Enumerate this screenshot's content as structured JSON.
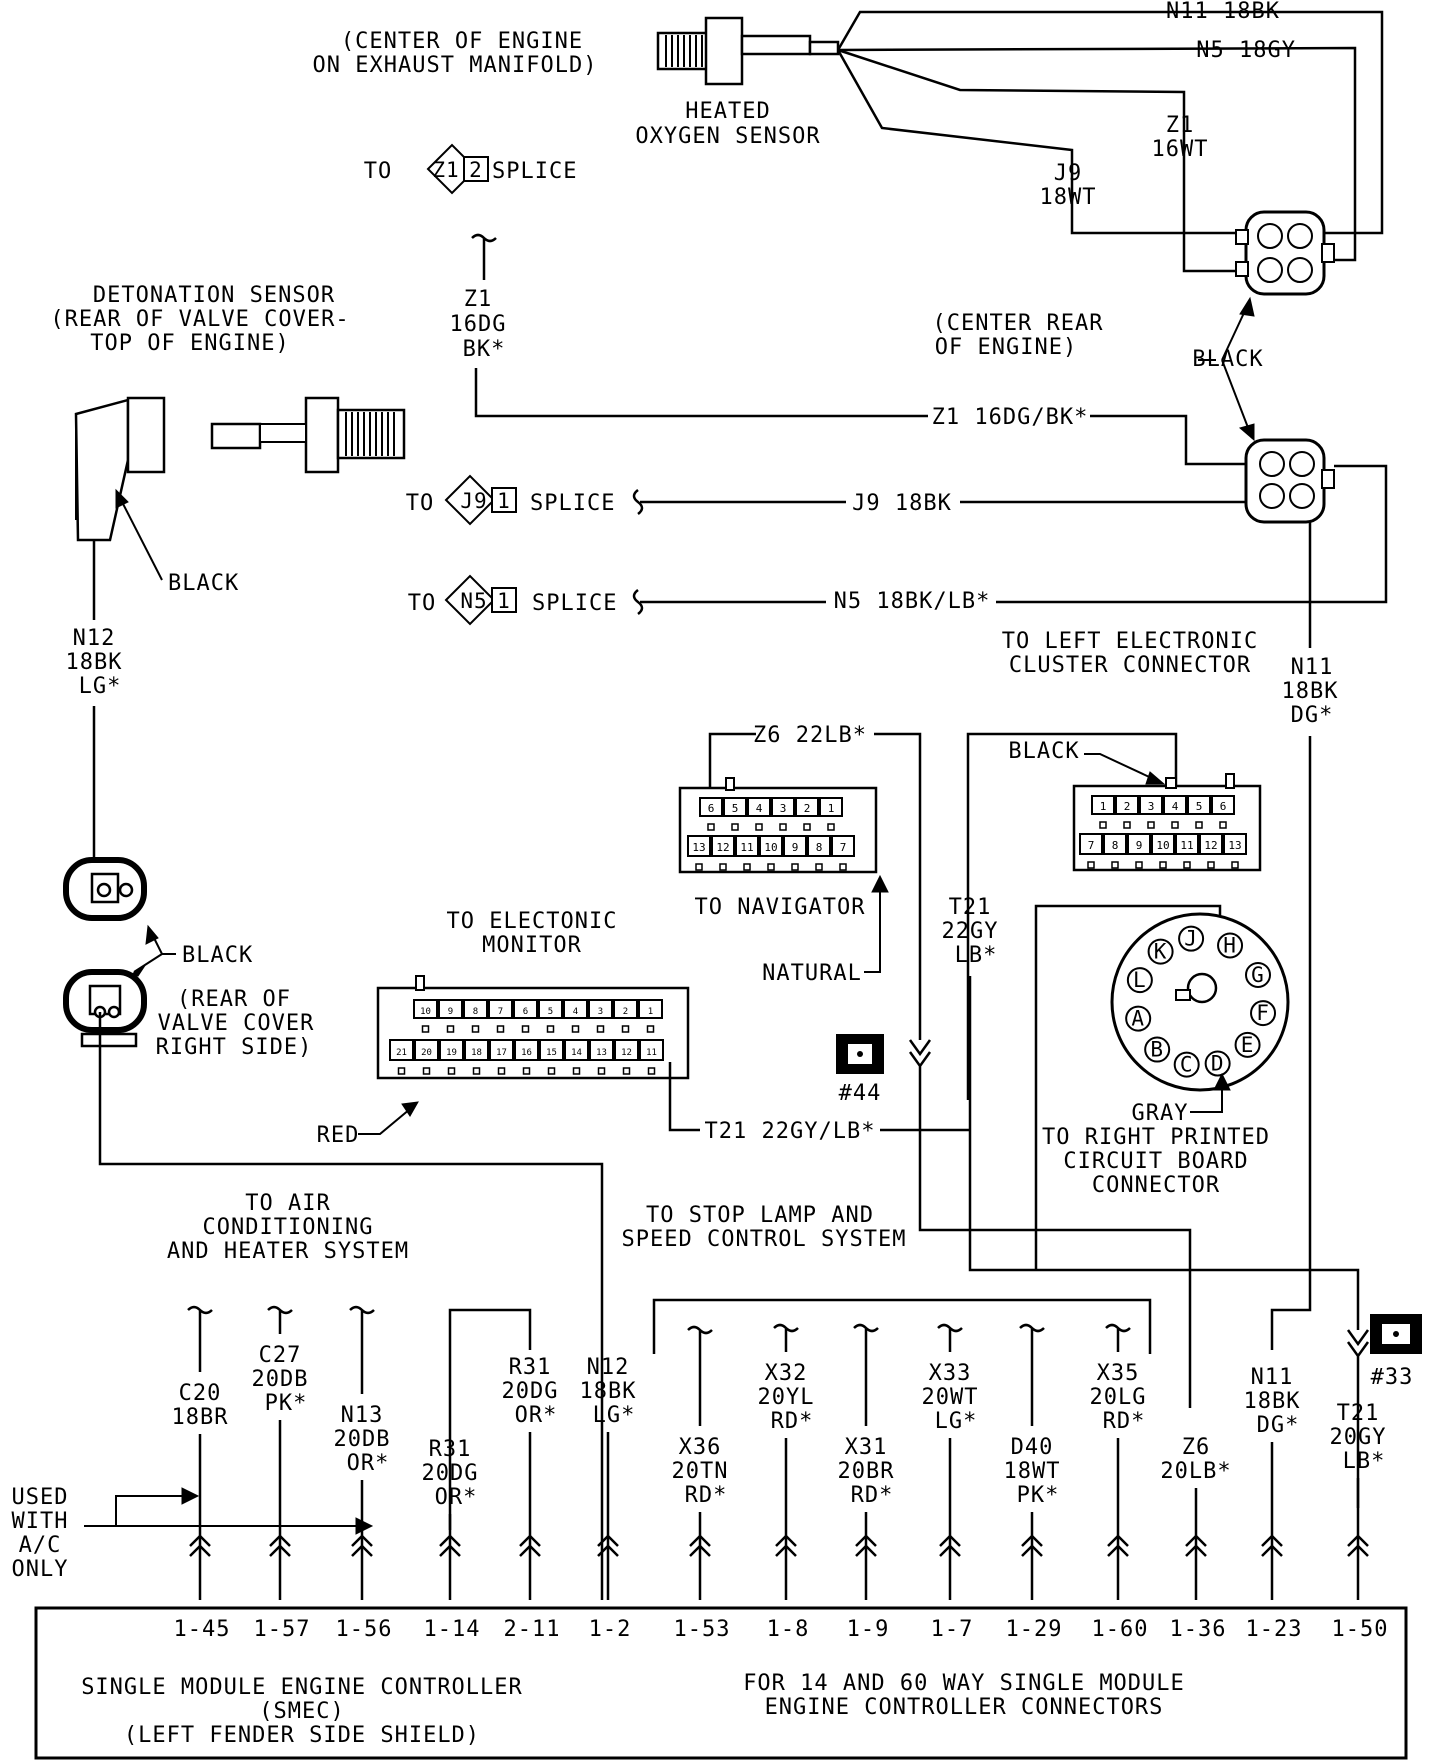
{
  "o2_sensor": {
    "loc_1": "(CENTER OF ENGINE",
    "loc_2": "ON EXHAUST MANIFOLD)",
    "name_1": "HEATED",
    "name_2": "OXYGEN SENSOR"
  },
  "splice_z1": {
    "to": "TO",
    "code": "Z1",
    "num": "2",
    "word": "SPLICE"
  },
  "splice_j9": {
    "to": "TO",
    "code": "J9",
    "num": "1",
    "word": "SPLICE"
  },
  "splice_n5": {
    "to": "TO",
    "code": "N5",
    "num": "1",
    "word": "SPLICE"
  },
  "detonation_sensor": {
    "title": "DETONATION SENSOR",
    "loc_1": "(REAR OF VALVE COVER-",
    "loc_2": "TOP OF ENGINE)",
    "color": "BLACK"
  },
  "center_rear": {
    "line_1": "(CENTER REAR",
    "line_2": "OF ENGINE)",
    "color": "BLACK"
  },
  "wires": {
    "n11_top": "N11 18BK",
    "n5_top": "N5 18GY",
    "z1_16wt": {
      "l1": "Z1",
      "l2": "16WT"
    },
    "j9_18wt": {
      "l1": "J9",
      "l2": "18WT"
    },
    "z1_16dg": {
      "l1": "Z1",
      "l2": "16DG",
      "l3": "BK*"
    },
    "z1_run": "Z1 16DG/BK*",
    "j9_run": "J9 18BK",
    "n5_run": "N5 18BK/LB*",
    "n11_right": {
      "l1": "N11",
      "l2": "18BK",
      "l3": "DG*"
    },
    "n12_left": {
      "l1": "N12",
      "l2": "18BK",
      "l3": "LG*"
    },
    "z6_run": "Z6 22LB*",
    "t21_mid": {
      "l1": "T21",
      "l2": "22GY",
      "l3": "LB*"
    },
    "t21_run": "T21 22GY/LB*"
  },
  "knock_connector": {
    "color": "BLACK",
    "loc_1": "(REAR OF",
    "loc_2": "VALVE COVER",
    "loc_3": "RIGHT SIDE)"
  },
  "cluster_connector": {
    "title_1": "TO LEFT ELECTRONIC",
    "title_2": "CLUSTER CONNECTOR",
    "color": "BLACK",
    "pins_top": [
      "1",
      "2",
      "3",
      "4",
      "5",
      "6"
    ],
    "pins_bottom": [
      "7",
      "8",
      "9",
      "10",
      "11",
      "12",
      "13"
    ]
  },
  "navigator_connector": {
    "title": "TO NAVIGATOR",
    "color": "NATURAL",
    "pins_top": [
      "6",
      "5",
      "4",
      "3",
      "2",
      "1"
    ],
    "pins_bottom": [
      "13",
      "12",
      "11",
      "10",
      "9",
      "8",
      "7"
    ]
  },
  "monitor_connector": {
    "title_1": "TO ELECTONIC",
    "title_2": "MONITOR",
    "color": "RED",
    "pins_top": [
      "10",
      "9",
      "8",
      "7",
      "6",
      "5",
      "4",
      "3",
      "2",
      "1"
    ],
    "pins_bottom": [
      "21",
      "20",
      "19",
      "18",
      "17",
      "16",
      "15",
      "14",
      "13",
      "12",
      "11"
    ]
  },
  "pcb_connector": {
    "color": "GRAY",
    "line_1": "TO RIGHT PRINTED",
    "line_2": "CIRCUIT BOARD",
    "line_3": "CONNECTOR",
    "pins": [
      "H",
      "G",
      "F",
      "E",
      "D",
      "C",
      "B",
      "A",
      "L",
      "K",
      "J"
    ]
  },
  "ground_44": "#44",
  "ground_33": "#33",
  "ac_system": {
    "l1": "TO AIR",
    "l2": "CONDITIONING",
    "l3": "AND HEATER SYSTEM"
  },
  "stop_lamp": {
    "l1": "TO STOP LAMP AND",
    "l2": "SPEED CONTROL SYSTEM"
  },
  "used_with": {
    "l1": "USED",
    "l2": "WITH",
    "l3": "A/C",
    "l4": "ONLY"
  },
  "smec_circuits": [
    {
      "code": "C20",
      "gauge": "18BR",
      "tr": "",
      "pin": "1-45"
    },
    {
      "code": "C27",
      "gauge": "20DB",
      "tr": "PK*",
      "pin": "1-57"
    },
    {
      "code": "N13",
      "gauge": "20DB",
      "tr": "OR*",
      "pin": "1-56"
    },
    {
      "code": "R31",
      "gauge": "20DG",
      "tr": "OR*",
      "pin": "1-14"
    },
    {
      "code": "R31",
      "gauge": "20DG",
      "tr": "OR*",
      "pin": "2-11"
    },
    {
      "code": "N12",
      "gauge": "18BK",
      "tr": "LG*",
      "pin": "1-2"
    },
    {
      "code": "X36",
      "gauge": "20TN",
      "tr": "RD*",
      "pin": "1-53"
    },
    {
      "code": "X32",
      "gauge": "20YL",
      "tr": "RD*",
      "pin": "1-8"
    },
    {
      "code": "X31",
      "gauge": "20BR",
      "tr": "RD*",
      "pin": "1-9"
    },
    {
      "code": "X33",
      "gauge": "20WT",
      "tr": "LG*",
      "pin": "1-7"
    },
    {
      "code": "D40",
      "gauge": "18WT",
      "tr": "PK*",
      "pin": "1-29"
    },
    {
      "code": "X35",
      "gauge": "20LG",
      "tr": "RD*",
      "pin": "1-60"
    },
    {
      "code": "Z6",
      "gauge": "20LB*",
      "tr": "",
      "pin": "1-36"
    },
    {
      "code": "N11",
      "gauge": "18BK",
      "tr": "DG*",
      "pin": "1-23"
    },
    {
      "code": "T21",
      "gauge": "20GY",
      "tr": "LB*",
      "pin": "1-50"
    }
  ],
  "smec": {
    "l1": "SINGLE MODULE ENGINE CONTROLLER",
    "l2": "(SMEC)",
    "l3": "(LEFT FENDER SIDE SHIELD)",
    "r1": "FOR 14 AND 60 WAY SINGLE MODULE",
    "r2": "ENGINE CONTROLLER CONNECTORS"
  }
}
